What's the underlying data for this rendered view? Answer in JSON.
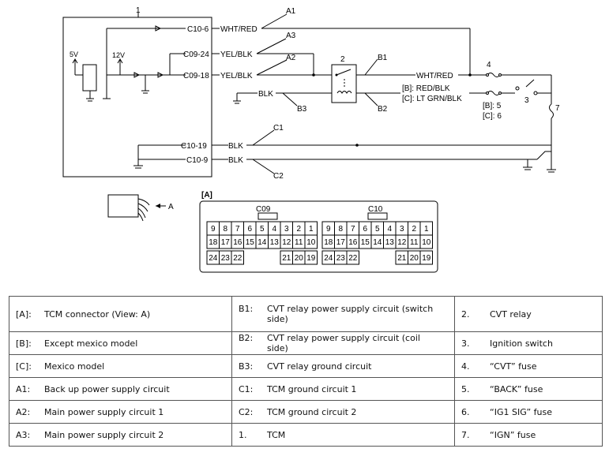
{
  "diagram": {
    "tcm_number": "1",
    "pins": {
      "c10_6": "C10-6",
      "c09_24": "C09-24",
      "c09_18": "C09-18",
      "c10_19": "C10-19",
      "c10_9": "C10-9"
    },
    "wires": {
      "wht_red": "WHT/RED",
      "yel_blk": "YEL/BLK",
      "blk": "BLK",
      "b_red_blk": "[B]: RED/BLK",
      "c_lt_grn_blk": "[C]: LT GRN/BLK"
    },
    "voltages": {
      "v5": "5V",
      "v12": "12V"
    },
    "callouts": {
      "a1": "A1",
      "a2": "A2",
      "a3": "A3",
      "b1": "B1",
      "b2": "B2",
      "b3": "B3",
      "c1": "C1",
      "c2": "C2",
      "n2": "2",
      "n3": "3",
      "n4": "4",
      "n7": "7",
      "b5": "[B]: 5",
      "c6": "[C]: 6",
      "a_arrow": "A"
    },
    "connector": {
      "view_label": "[A]",
      "c09": "C09",
      "c10": "C10",
      "rows": [
        [
          "9",
          "8",
          "7",
          "6",
          "5",
          "4",
          "3",
          "2",
          "1"
        ],
        [
          "18",
          "17",
          "16",
          "15",
          "14",
          "13",
          "12",
          "11",
          "10"
        ],
        [
          "24",
          "23",
          "22",
          "21",
          "20",
          "19"
        ]
      ]
    }
  },
  "legend": [
    [
      {
        "code": "[A]:",
        "text": "TCM connector (View: A)"
      },
      {
        "code": "B1:",
        "text": "CVT relay power supply circuit (switch side)"
      },
      {
        "code": "2.",
        "text": "CVT relay"
      }
    ],
    [
      {
        "code": "[B]:",
        "text": "Except mexico model"
      },
      {
        "code": "B2:",
        "text": "CVT relay power supply circuit (coil side)"
      },
      {
        "code": "3.",
        "text": "Ignition switch"
      }
    ],
    [
      {
        "code": "[C]:",
        "text": "Mexico model"
      },
      {
        "code": "B3:",
        "text": "CVT relay ground circuit"
      },
      {
        "code": "4.",
        "text": "“CVT” fuse"
      }
    ],
    [
      {
        "code": "A1:",
        "text": "Back up power supply circuit"
      },
      {
        "code": "C1:",
        "text": "TCM ground circuit 1"
      },
      {
        "code": "5.",
        "text": "“BACK” fuse"
      }
    ],
    [
      {
        "code": "A2:",
        "text": "Main power supply circuit 1"
      },
      {
        "code": "C2:",
        "text": "TCM ground circuit 2"
      },
      {
        "code": "6.",
        "text": "“IG1 SIG” fuse"
      }
    ],
    [
      {
        "code": "A3:",
        "text": "Main power supply circuit 2"
      },
      {
        "code": "1.",
        "text": "TCM"
      },
      {
        "code": "7.",
        "text": "“IGN” fuse"
      }
    ]
  ]
}
